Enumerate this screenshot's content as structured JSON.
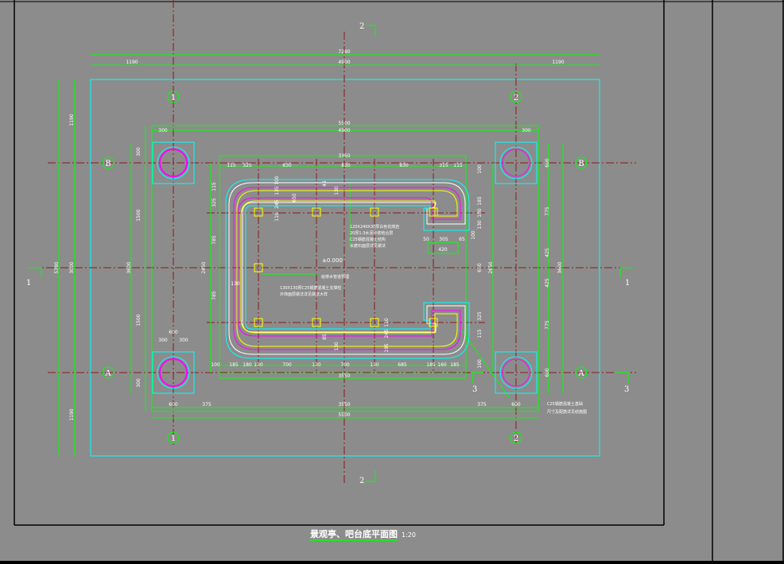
{
  "drawing": {
    "title": "景观亭、吧台底平面图",
    "scale": "1:20",
    "origin_mark": "±0.000",
    "axes": {
      "col1": "1",
      "col2": "2",
      "rowA": "A",
      "rowB": "B"
    },
    "section_marks": {
      "s1": "1",
      "s2": "2",
      "s3": "3"
    },
    "dims_top": {
      "total": "7280",
      "left": "1190",
      "mid": "4900",
      "right": "1190",
      "d5500": "5500",
      "d4900": "4900",
      "l300": "300",
      "r300": "300",
      "d3350": "3350",
      "d115a": "115",
      "d325a": "325",
      "d830a": "830",
      "d830b": "830",
      "d830c": "830",
      "d315": "315",
      "d115b": "115"
    },
    "dims_bottom": {
      "d3550": "3550",
      "b600a": "600",
      "b375a": "375",
      "b3550": "3550",
      "b375b": "375",
      "b600b": "600",
      "b5500": "5500",
      "seg185a": "185",
      "seg180a": "180",
      "seg130a": "130",
      "seg700a": "700",
      "seg130b": "130",
      "seg700b": "700",
      "seg130c": "130",
      "seg685": "685",
      "seg185b": "185",
      "seg160": "160",
      "seg185c": "185",
      "d600": "600",
      "d300a": "300",
      "d300b": "300",
      "d100": "100"
    },
    "dims_left": {
      "total": "5380",
      "top1190": "1190",
      "d3000": "3000",
      "bot1190": "1190",
      "d1500a": "1500",
      "d1500b": "1500",
      "d3600": "3600",
      "d300a": "300",
      "d300b": "300",
      "d2450": "2450",
      "d115": "115",
      "d325": "325",
      "d785a": "785",
      "d785b": "785",
      "d130": "130",
      "d100a": "100",
      "d135": "135",
      "d650": "650",
      "d110": "110",
      "d245": "245",
      "d45": "45",
      "d130b": "130",
      "d85": "85"
    },
    "dims_right": {
      "d600a": "600",
      "d775a": "775",
      "d425a": "425",
      "d425b": "425",
      "d775b": "775",
      "d600b": "600",
      "d3600": "3600",
      "d2650": "2650",
      "d650": "650",
      "d100": "100",
      "d185": "185",
      "d180": "180",
      "d130": "130",
      "d325": "325",
      "d115": "115",
      "d100b": "100",
      "d110": "110",
      "d245": "245",
      "d130b": "130",
      "d195": "195",
      "d100c": "100",
      "d50": "50",
      "d305": "305",
      "d65": "65",
      "d420": "420"
    },
    "notes": {
      "n1a": "120X240X30厚白色花岗岩",
      "n1b": "20厚1:3水泥砂浆结合层",
      "n1c": "C25钢筋混凝土结构",
      "n1d": "水磨石面层详见做法",
      "n2": "给排水管道预埋",
      "n3a": "130X130厚C25钢筋混凝土支撑柱",
      "n3b": "外饰面层做法详见做法大样",
      "n4a": "C25钢筋混凝土基础",
      "n4b": "尺寸及配筋详见结施图"
    }
  },
  "colors": {
    "bg": "#8c8c8c",
    "dim": "#00ff00",
    "axis": "#ff2020",
    "cyan": "#00ffff",
    "magenta": "#ff00ff",
    "yellow": "#ffff00",
    "white": "#ffffff",
    "frame": "#000000"
  }
}
